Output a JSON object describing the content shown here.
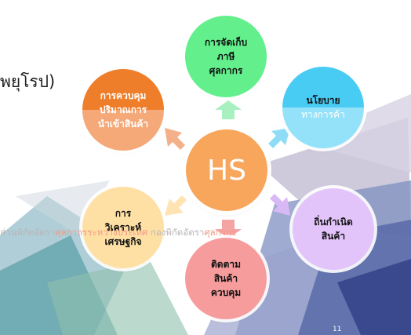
{
  "colors": {
    "hub": "#f7a65c",
    "top": "#63f08c",
    "right_top": "#49ccf4",
    "right_bottom": "#e2c4fa",
    "bottom": "#f79c9c",
    "left_bottom": "#ffe0a4",
    "left_top": "#ef7e2a"
  },
  "page_fragment": "พยุโรป)",
  "hub_label": "HS",
  "nodes": {
    "top": [
      "การจัดเก็บ",
      "ภาษี",
      "ศุลกากร"
    ],
    "right_top": [
      "นโยบาย",
      "ทางการค้า"
    ],
    "right_bottom": [
      "ถิ่นกำเนิด",
      "สินค้า"
    ],
    "bottom": [
      "ติดตาม",
      "สินค้า",
      "ควบคุม"
    ],
    "left_bottom": [
      "การ",
      "วิเคราะห์",
      "เศรษฐกิจ"
    ],
    "left_top": [
      "การควบคุม",
      "ปริมาณการ",
      "นำเข้าสินค้า"
    ]
  },
  "footer": {
    "part1": "ส่วนพิกัดอัตรา",
    "part2": "ศุลกากรระหว่างประเทศ",
    "part3": " กองพิกัดอัตรา",
    "part4": "ศุลกากร"
  },
  "page_number": "11"
}
